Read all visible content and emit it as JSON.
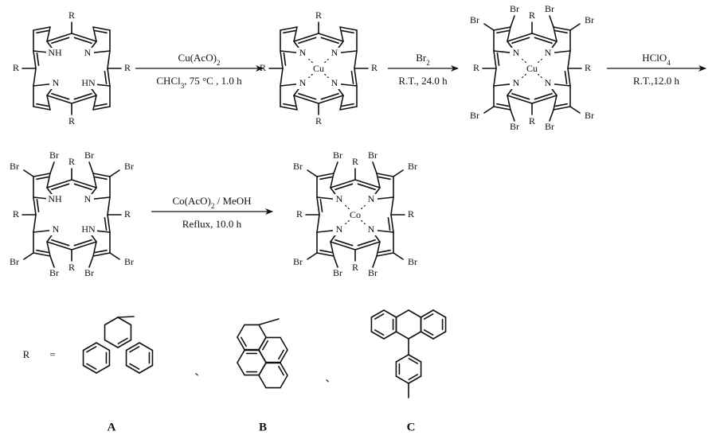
{
  "atoms": {
    "NH": "NH",
    "HN": "HN",
    "N": "N",
    "Cu": "Cu",
    "Co": "Co",
    "Br": "Br",
    "R": "R"
  },
  "reactions": [
    {
      "reagent_line1": "Cu(AcO)",
      "reagent_line1_sub": "2",
      "reagent_line2": "CHCl",
      "reagent_line2_sub": "3",
      "reagent_line2_tail": ", 75 °C , 1.0 h"
    },
    {
      "reagent_line1": "Br",
      "reagent_line1_sub": "2",
      "reagent_line2": "R.T., 24.0 h"
    },
    {
      "reagent_line1": "HClO",
      "reagent_line1_sub": "4",
      "reagent_line2": "R.T.,12.0 h"
    },
    {
      "reagent_line1": "Co(AcO)",
      "reagent_line1_sub": "2",
      "reagent_line1_tail": " / MeOH",
      "reagent_line2": "Reflux, 10.0 h"
    }
  ],
  "substituents": {
    "r_symbol": "R",
    "equals": "=",
    "separator": "、",
    "options": [
      {
        "label": "A"
      },
      {
        "label": "B"
      },
      {
        "label": "C"
      }
    ]
  }
}
